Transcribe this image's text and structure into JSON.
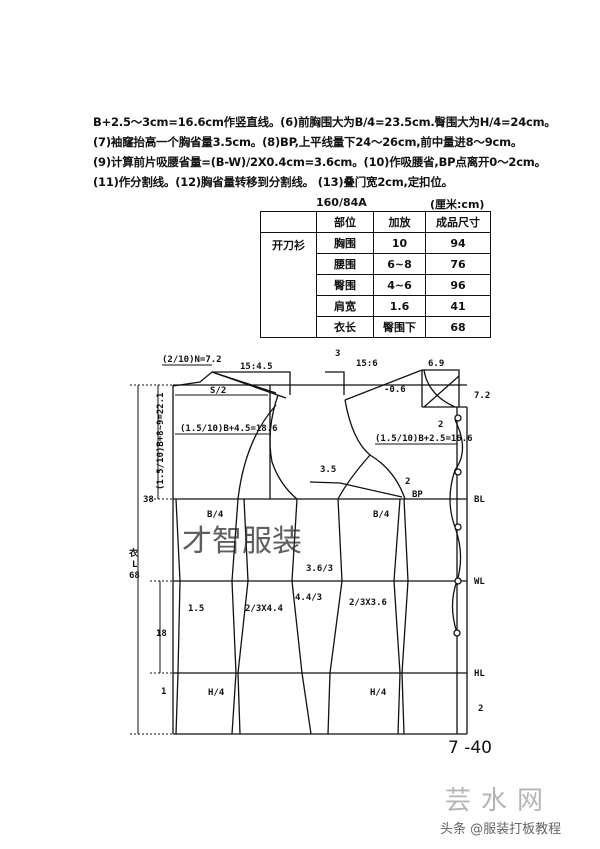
{
  "text_lines": [
    "B+2.5～3cm=16.6cm作竖直线。(6)前胸围大为B/4=23.5cm.臀围大为H/4=24cm。",
    "(7)袖窿抬高一个胸省量3.5cm。(8)BP,上平线量下24～26cm,前中量进8～9cm。",
    "(9)计算前片吸腰省量=(B-W)/2X0.4cm=3.6cm。(10)作吸腰省,BP点离开0～2cm。",
    "(11)作分割线。(12)胸省量转移到分割线。 (13)叠门宽2cm,定扣位。"
  ],
  "table": {
    "size": "160/84A",
    "unit": "(厘米:cm)",
    "headers": [
      "",
      "部位",
      "加放",
      "成品尺寸"
    ],
    "garment": "开刀衫",
    "rows": [
      [
        "胸围",
        "10",
        "94"
      ],
      [
        "腰围",
        "6~8",
        "76"
      ],
      [
        "臀围",
        "4~6",
        "96"
      ],
      [
        "肩宽",
        "1.6",
        "41"
      ],
      [
        "衣长",
        "臀围下",
        "68"
      ]
    ]
  },
  "diagram": {
    "labels": {
      "back_neck": "(2/10)N=7.2",
      "back_shoulder": "15:4.5",
      "s2": "S/2",
      "back_width": "(1.5/10)B+4.5=18.6",
      "armhole_depth": "(1.5/10)B+8~9=22.1",
      "n38": "38",
      "length_1": "衣",
      "length_2": "L",
      "length_3": "68",
      "b4_back": "B/4",
      "b4_front": "B/4",
      "n3": "3",
      "front_shoulder": "15:6",
      "n69": "6.9",
      "n72": "7.2",
      "n06": "-0.6",
      "n2a": "2",
      "front_width": "(1.5/10)B+2.5=16.6",
      "n35": "3.5",
      "n2b": "2",
      "bp": "BP",
      "bl": "BL",
      "wl": "WL",
      "hl": "HL",
      "n363": "3.6/3",
      "n15": "1.5",
      "dart_back": "2/3X4.4",
      "n443": "4.4/3",
      "dart_front": "2/3X3.6",
      "n18": "18",
      "n1": "1",
      "h4_back": "H/4",
      "h4_front": "H/4",
      "n2c": "2"
    }
  },
  "page_number": "7 -40",
  "watermarks": [
    "才智服装",
    "芸水网",
    "头条 @服装打板教程"
  ]
}
